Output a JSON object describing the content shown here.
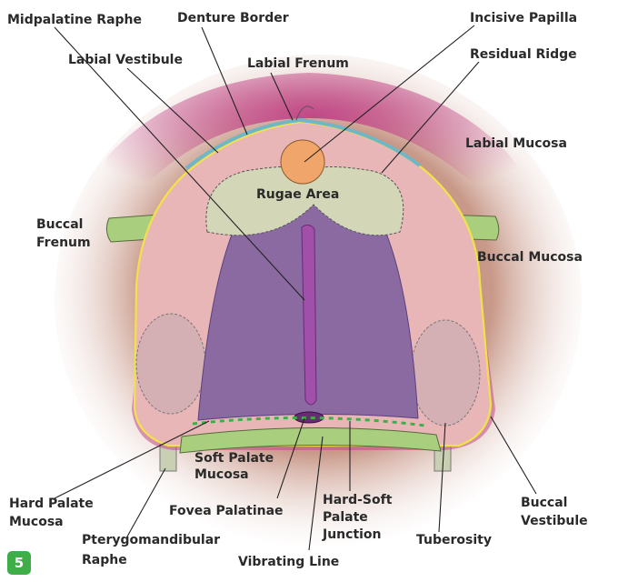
{
  "figure_number": "5",
  "labels": {
    "midpalatine_raphe": "Midpalatine Raphe",
    "denture_border": "Denture Border",
    "incisive_papilla": "Incisive Papilla",
    "labial_vestibule": "Labial Vestibule",
    "labial_frenum": "Labial Frenum",
    "residual_ridge": "Residual Ridge",
    "labial_mucosa": "Labial Mucosa",
    "rugae_area": "Rugae Area",
    "buccal_frenum_1": "Buccal",
    "buccal_frenum_2": "Frenum",
    "buccal_mucosa": "Buccal Mucosa",
    "soft_palate_1": "Soft Palate",
    "soft_palate_2": "Mucosa",
    "hard_palate_1": "Hard Palate",
    "hard_palate_2": "Mucosa",
    "fovea": "Fovea Palatinae",
    "hs_junction_1": "Hard-Soft",
    "hs_junction_2": "Palate",
    "hs_junction_3": "Junction",
    "buccal_vestibule_1": "Buccal",
    "buccal_vestibule_2": "Vestibule",
    "pterygo_1": "Pterygomandibular",
    "pterygo_2": "Raphe",
    "tuberosity": "Tuberosity",
    "vibrating_line": "Vibrating Line"
  },
  "colors": {
    "background_mucosa": "#c79a8c",
    "labial_mucosa": "#c4528a",
    "ridge": "#e9b6b8",
    "palate": "#8a6aa0",
    "rugae": "#d3d7b8",
    "papilla": "#f0a66b",
    "border_yellow": "#f1e24a",
    "vestibule_teal": "#6fb7c4",
    "frenum_green": "#a9cf7e",
    "raphe": "#a050a8",
    "badge": "#3fae49"
  }
}
